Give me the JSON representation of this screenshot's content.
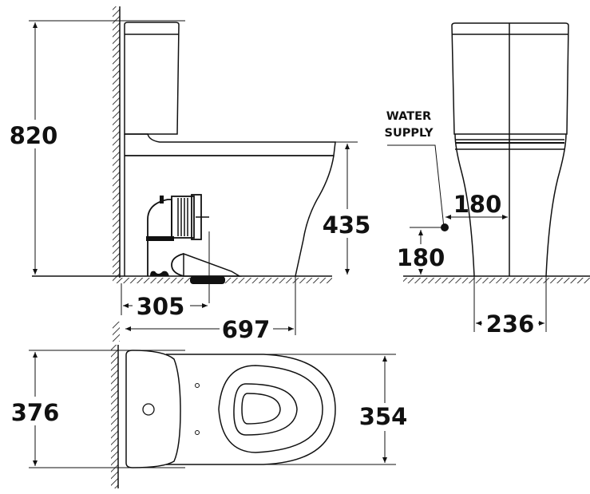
{
  "diagram": {
    "type": "technical-dimension-drawing",
    "subject": "close-coupled toilet",
    "units": "mm",
    "colors": {
      "line": "#111111",
      "background": "#ffffff"
    }
  },
  "side_view": {
    "total_height": "820",
    "seat_height": "435",
    "outlet_center_from_wall": "305",
    "total_depth": "697"
  },
  "front_view": {
    "water_supply_label_line1": "WATER",
    "water_supply_label_line2": "SUPPLY",
    "supply_offset_from_center": "180",
    "supply_height": "180",
    "base_width": "236"
  },
  "top_view": {
    "tank_width": "376",
    "bowl_width": "354"
  }
}
